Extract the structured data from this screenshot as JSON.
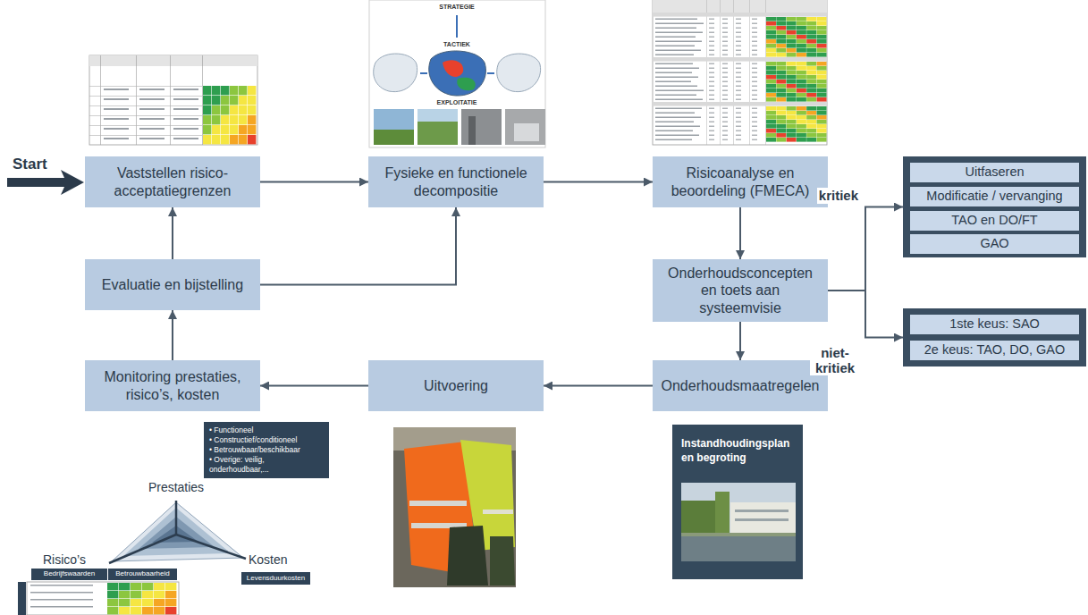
{
  "diagram": {
    "nodes": [
      {
        "text": [
          "Vaststellen risico-acceptatiegrenzen"
        ]
      },
      {
        "text": [
          "Fysieke en functionele decompositie"
        ]
      },
      {
        "text": [
          "Risicoanalyse en beoordeling (FMECA)"
        ]
      },
      {
        "text": []
      },
      {
        "text": [
          "Uitfaseren"
        ],
        "in": 3
      },
      {
        "text": [
          "Modificatie / vervanging"
        ],
        "in": 3
      },
      {
        "text": [
          "TAO en DO/FT"
        ],
        "in": 3
      },
      {
        "text": [
          "GAO"
        ],
        "in": 3
      },
      {
        "text": [
          "Evaluatie en bijstelling"
        ]
      },
      {
        "text": [
          "Onderhoudsconcepten en toets aan systeemvisie"
        ]
      },
      {
        "text": []
      },
      {
        "text": [
          "1ste keus: SAO"
        ],
        "in": 10
      },
      {
        "text": [
          "2e keus: TAO, DO, GAO"
        ],
        "in": 10
      },
      {
        "text": [
          "Monitoring prestaties, risico’s, kosten"
        ]
      },
      {
        "text": [
          "Uitvoering"
        ]
      },
      {
        "text": [
          "Onderhoudsmaatregelen"
        ]
      },
      {
        "text": [
          "• Functioneel",
          "• Constructief/conditioneel",
          "• Betrouwbaar/beschikbaar",
          "• Overige: veilig, onderhoudbaar,..."
        ]
      },
      {
        "text": [
          "Instandhoudingsplan en begroting"
        ]
      },
      {
        "text": [
          "Bedrijfswaarden"
        ]
      },
      {
        "text": [
          "Betrouwbaarheid"
        ]
      },
      {
        "text": [
          "Levensduurkosten"
        ]
      }
    ],
    "edges": [
      {
        "from": 0,
        "to": 1,
        "arrow": "to"
      },
      {
        "from": 1,
        "to": 2,
        "arrow": "to"
      },
      {
        "from": 2,
        "to": 9,
        "arrow": "to"
      },
      {
        "from": 9,
        "to": 3,
        "label": "kritiek",
        "arrow": "to"
      },
      {
        "from": 9,
        "to": 10,
        "label": "niet-kritiek",
        "arrow": "to"
      },
      {
        "from": 9,
        "to": 15,
        "arrow": "to"
      },
      {
        "from": 15,
        "to": 14,
        "arrow": "to"
      },
      {
        "from": 14,
        "to": 13,
        "arrow": "to"
      },
      {
        "from": 13,
        "to": 8,
        "arrow": "to"
      },
      {
        "from": 8,
        "to": 0,
        "arrow": "to"
      },
      {
        "from": 8,
        "to": 1,
        "arrow": "to"
      }
    ],
    "labels": [
      "Start",
      "STRATEGIE",
      "TACTIEK",
      "EXPLOITATIE",
      "Prestaties",
      "Risico’s",
      "Kosten"
    ]
  }
}
